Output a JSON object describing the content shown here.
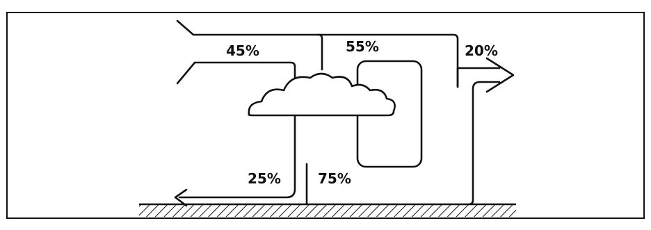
{
  "labels": {
    "top_left": "45%",
    "top_middle": "55%",
    "top_right": "20%",
    "bottom_left": "25%",
    "bottom_middle": "75%"
  },
  "colors": {
    "ink": "#111111",
    "background": "#ffffff"
  },
  "icons": {
    "cloud": "cloud-icon",
    "ground": "hatched-ground-icon"
  }
}
